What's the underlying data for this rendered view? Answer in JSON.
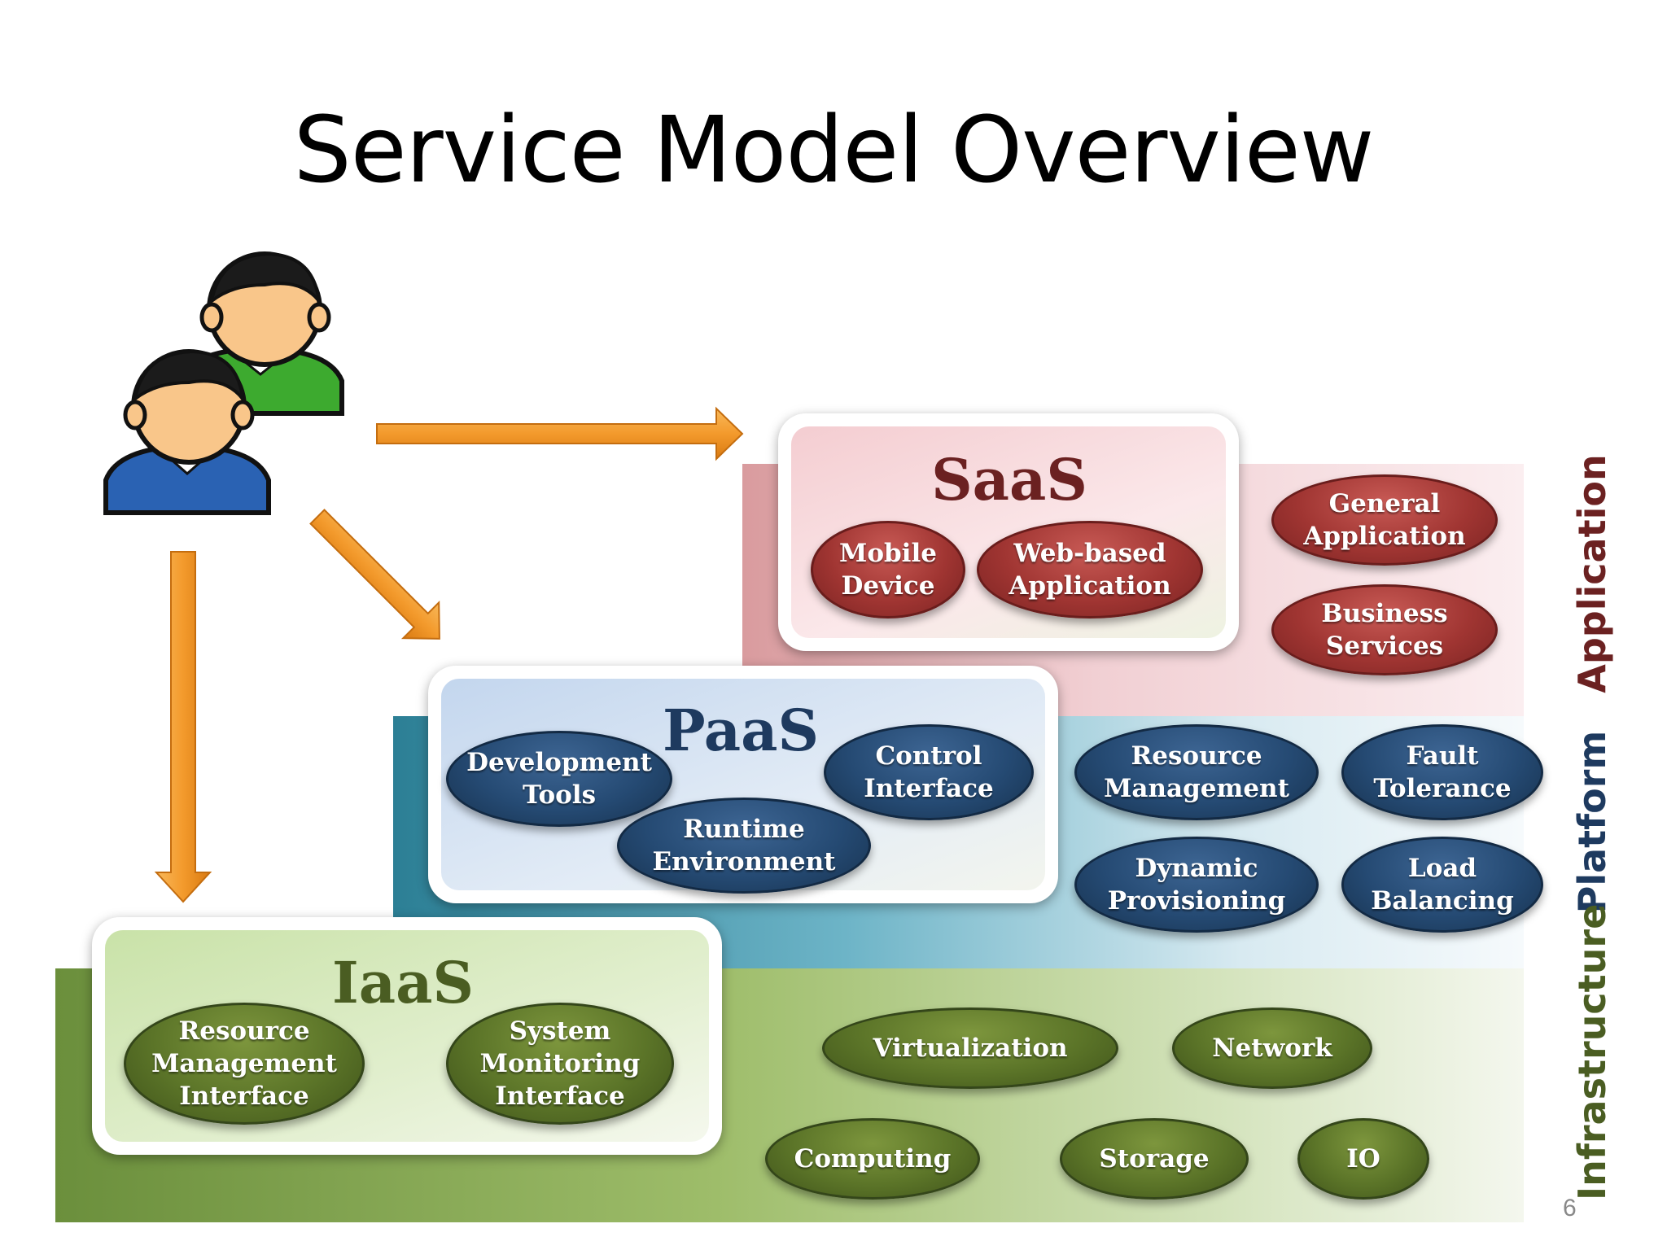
{
  "slide": {
    "title": "Service Model Overview",
    "page_number": "6"
  },
  "colors": {
    "application_band": "#d99b9e",
    "platform_band": "#2c7f95",
    "infrastructure_band": "#6b8f3c",
    "saas_pill": "#a03532",
    "paas_pill": "#254a73",
    "iaas_pill": "#5b7428",
    "arrow": "#f39a2c"
  },
  "icons": {
    "users": "two-users-icon"
  },
  "layers": {
    "application": "Application",
    "platform": "Platform",
    "infrastructure": "Infrastructure"
  },
  "saas": {
    "title": "SaaS",
    "items": [
      "Mobile\nDevice",
      "Web-based\nApplication"
    ]
  },
  "application_services": [
    "General\nApplication",
    "Business\nServices"
  ],
  "paas": {
    "title": "PaaS",
    "items": [
      "Development\nTools",
      "Runtime\nEnvironment",
      "Control\nInterface"
    ]
  },
  "platform_services": [
    "Resource\nManagement",
    "Fault\nTolerance",
    "Dynamic\nProvisioning",
    "Load\nBalancing"
  ],
  "iaas": {
    "title": "IaaS",
    "items": [
      "Resource\nManagement\nInterface",
      "System\nMonitoring\nInterface"
    ]
  },
  "infrastructure_services": [
    "Virtualization",
    "Network",
    "Computing",
    "Storage",
    "IO"
  ]
}
